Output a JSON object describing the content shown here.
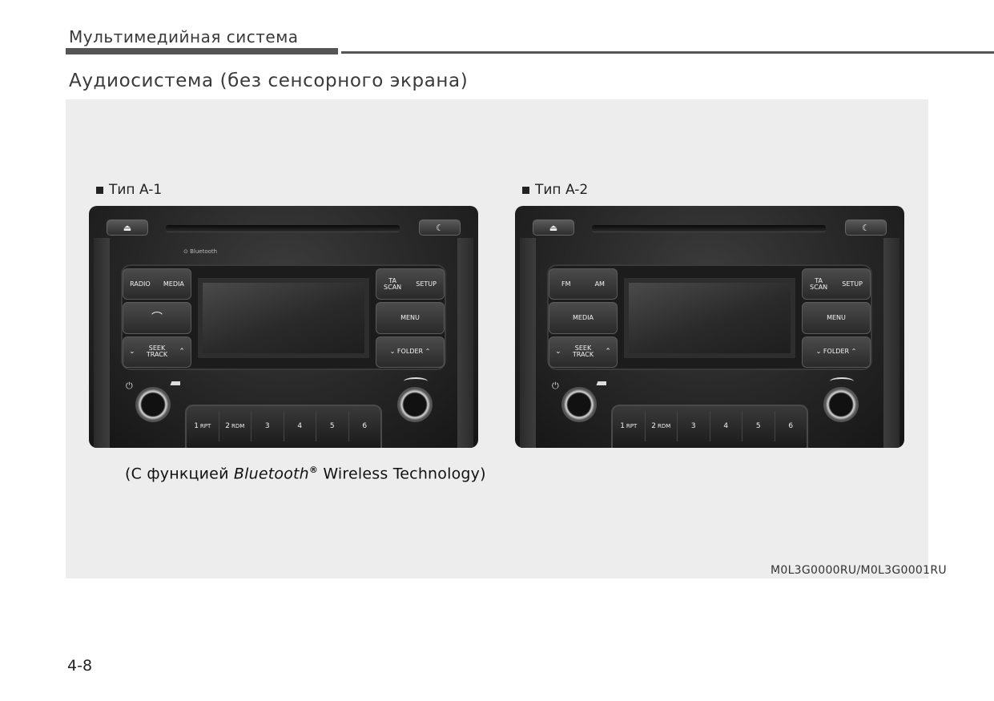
{
  "header": {
    "section_title": "Мультимедийная система",
    "page_heading": "Аудиосистема (без сенсорного экрана)"
  },
  "figure": {
    "caption_prefix": "(С функцией ",
    "caption_italic": "Bluetooth",
    "caption_sup": "®",
    "caption_suffix": " Wireless Technology)",
    "code": "M0L3G0000RU/M0L3G0001RU"
  },
  "units": [
    {
      "label": "Тип A-1",
      "eject_icon": "eject-icon",
      "night_icon": "moon-icon",
      "bluetooth_logo": "Bluetooth",
      "left_buttons": {
        "top_a": "RADIO",
        "top_b": "MEDIA",
        "middle_icon": "phone-icon",
        "seek_1": "SEEK",
        "seek_2": "TRACK"
      },
      "right_buttons": {
        "ta_1": "TA",
        "ta_2": "SCAN",
        "setup": "SETUP",
        "menu": "MENU",
        "folder": "FOLDER"
      },
      "presets": [
        {
          "num": "1",
          "sub": "RPT"
        },
        {
          "num": "2",
          "sub": "RDM"
        },
        {
          "num": "3",
          "sub": ""
        },
        {
          "num": "4",
          "sub": ""
        },
        {
          "num": "5",
          "sub": ""
        },
        {
          "num": "6",
          "sub": ""
        }
      ]
    },
    {
      "label": "Тип A-2",
      "eject_icon": "eject-icon",
      "night_icon": "moon-icon",
      "left_buttons": {
        "top_a": "FM",
        "top_b": "AM",
        "middle_label": "MEDIA",
        "seek_1": "SEEK",
        "seek_2": "TRACK"
      },
      "right_buttons": {
        "ta_1": "TA",
        "ta_2": "SCAN",
        "setup": "SETUP",
        "menu": "MENU",
        "folder": "FOLDER"
      },
      "presets": [
        {
          "num": "1",
          "sub": "RPT"
        },
        {
          "num": "2",
          "sub": "RDM"
        },
        {
          "num": "3",
          "sub": ""
        },
        {
          "num": "4",
          "sub": ""
        },
        {
          "num": "5",
          "sub": ""
        },
        {
          "num": "6",
          "sub": ""
        }
      ]
    }
  ],
  "footer": {
    "page_number": "4-8"
  }
}
